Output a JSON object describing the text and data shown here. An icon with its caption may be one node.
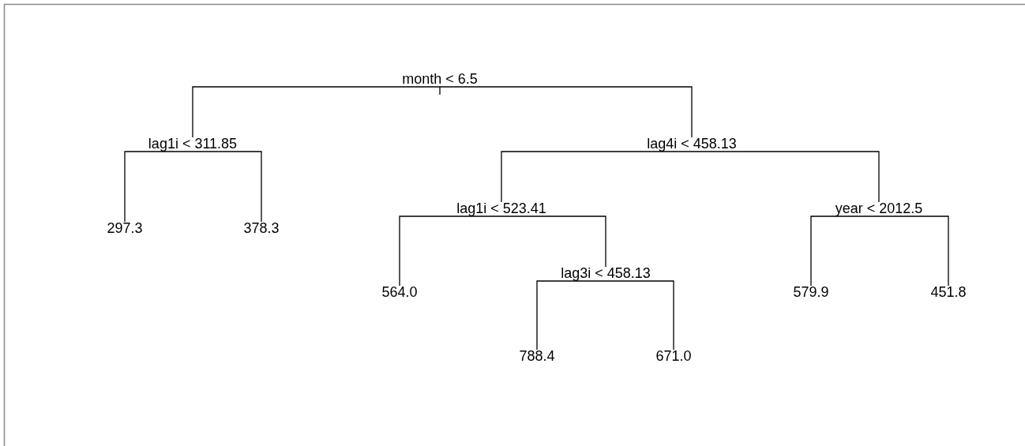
{
  "diagram": {
    "nodes": [
      {
        "text": [
          "month < 6.5"
        ]
      },
      {
        "text": [
          "lag1i < 311.85"
        ]
      },
      {
        "text": [
          "297.3"
        ]
      },
      {
        "text": [
          "378.3"
        ]
      },
      {
        "text": [
          "lag4i < 458.13"
        ]
      },
      {
        "text": [
          "lag1i < 523.41"
        ]
      },
      {
        "text": [
          "564.0"
        ]
      },
      {
        "text": [
          "lag3i < 458.13"
        ]
      },
      {
        "text": [
          "788.4"
        ]
      },
      {
        "text": [
          "671.0"
        ]
      },
      {
        "text": [
          "year < 2012.5"
        ]
      },
      {
        "text": [
          "579.9"
        ]
      },
      {
        "text": [
          "451.8"
        ]
      }
    ],
    "edges": [
      {
        "from": 0,
        "to": 1,
        "arrow": "none"
      },
      {
        "from": 0,
        "to": 4,
        "arrow": "none"
      },
      {
        "from": 1,
        "to": 2,
        "arrow": "none"
      },
      {
        "from": 1,
        "to": 3,
        "arrow": "none"
      },
      {
        "from": 4,
        "to": 5,
        "arrow": "none"
      },
      {
        "from": 4,
        "to": 10,
        "arrow": "none"
      },
      {
        "from": 5,
        "to": 6,
        "arrow": "none"
      },
      {
        "from": 5,
        "to": 7,
        "arrow": "none"
      },
      {
        "from": 7,
        "to": 8,
        "arrow": "none"
      },
      {
        "from": 7,
        "to": 9,
        "arrow": "none"
      },
      {
        "from": 10,
        "to": 11,
        "arrow": "none"
      },
      {
        "from": 10,
        "to": 12,
        "arrow": "none"
      }
    ]
  }
}
